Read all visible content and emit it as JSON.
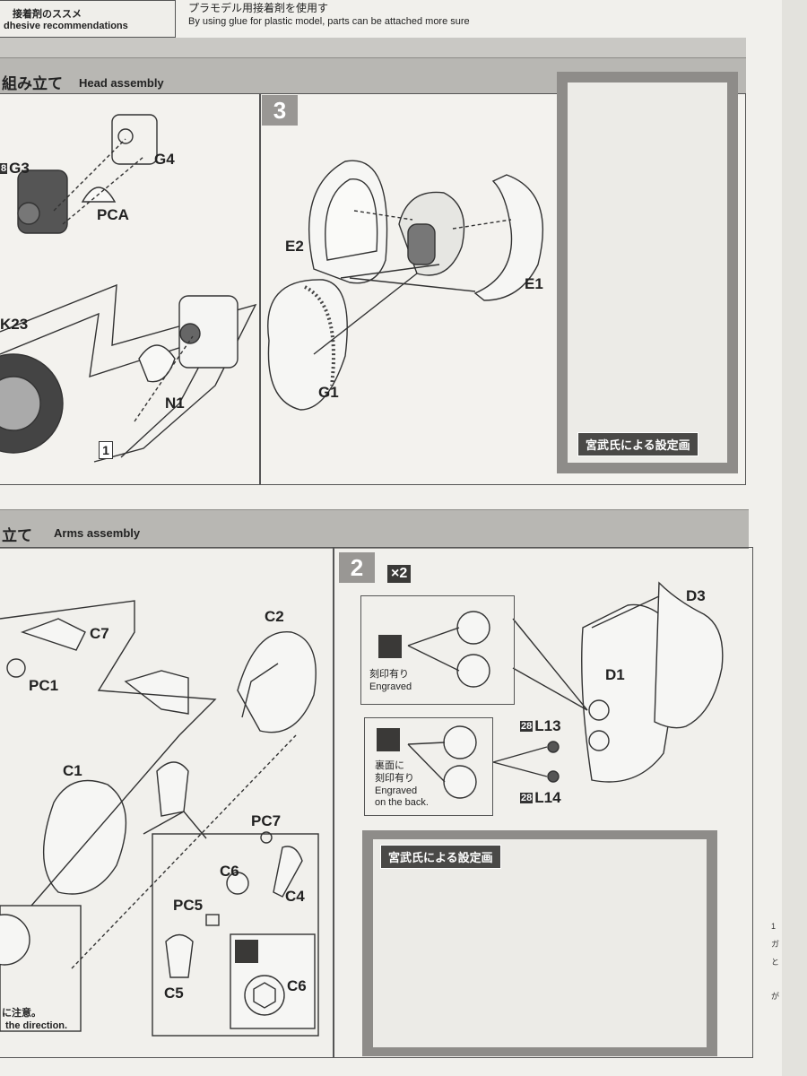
{
  "header": {
    "left_jp": "接着剤のススメ",
    "left_en": "dhesive recommendations",
    "right_jp": "プラモデル用接着剤を使用す",
    "right_en": "By using glue for plastic model, parts can be attached more sure"
  },
  "head_section": {
    "title_jp": "組み立て",
    "title_en": "Head assembly",
    "step1_number": "1",
    "step3_number": "3",
    "parts": {
      "g3_badge": "8",
      "g3": "G3",
      "g4": "G4",
      "pca": "PCA",
      "k23": "K23",
      "n1": "N1",
      "e1": "E1",
      "e2": "E2",
      "g1": "G1"
    },
    "sketch_label": "宮武氏による設定画"
  },
  "arms_section": {
    "title_jp": "立て",
    "title_en": "Arms assembly",
    "step_number": "2",
    "multiplier": "×2",
    "parts": {
      "c7": "C7",
      "pc1": "PC1",
      "c2": "C2",
      "c1": "C1",
      "pc7": "PC7",
      "c6": "C6",
      "c4": "C4",
      "pc5": "PC5",
      "c5": "C5",
      "c6b": "C6",
      "d3": "D3",
      "d1": "D1",
      "l13": "L13",
      "l14": "L14",
      "badge28": "28"
    },
    "note_engraved_jp": "刻印有り",
    "note_engraved_en": "Engraved",
    "note_back_jp1": "裏面に",
    "note_back_jp2": "刻印有り",
    "note_back_en1": "Engraved",
    "note_back_en2": "on the back.",
    "sketch_label": "宮武氏による設定画",
    "caution_jp": "に注意。",
    "caution_en": "the direction."
  },
  "edge_text": [
    "1",
    "ガ",
    "と",
    "が"
  ]
}
